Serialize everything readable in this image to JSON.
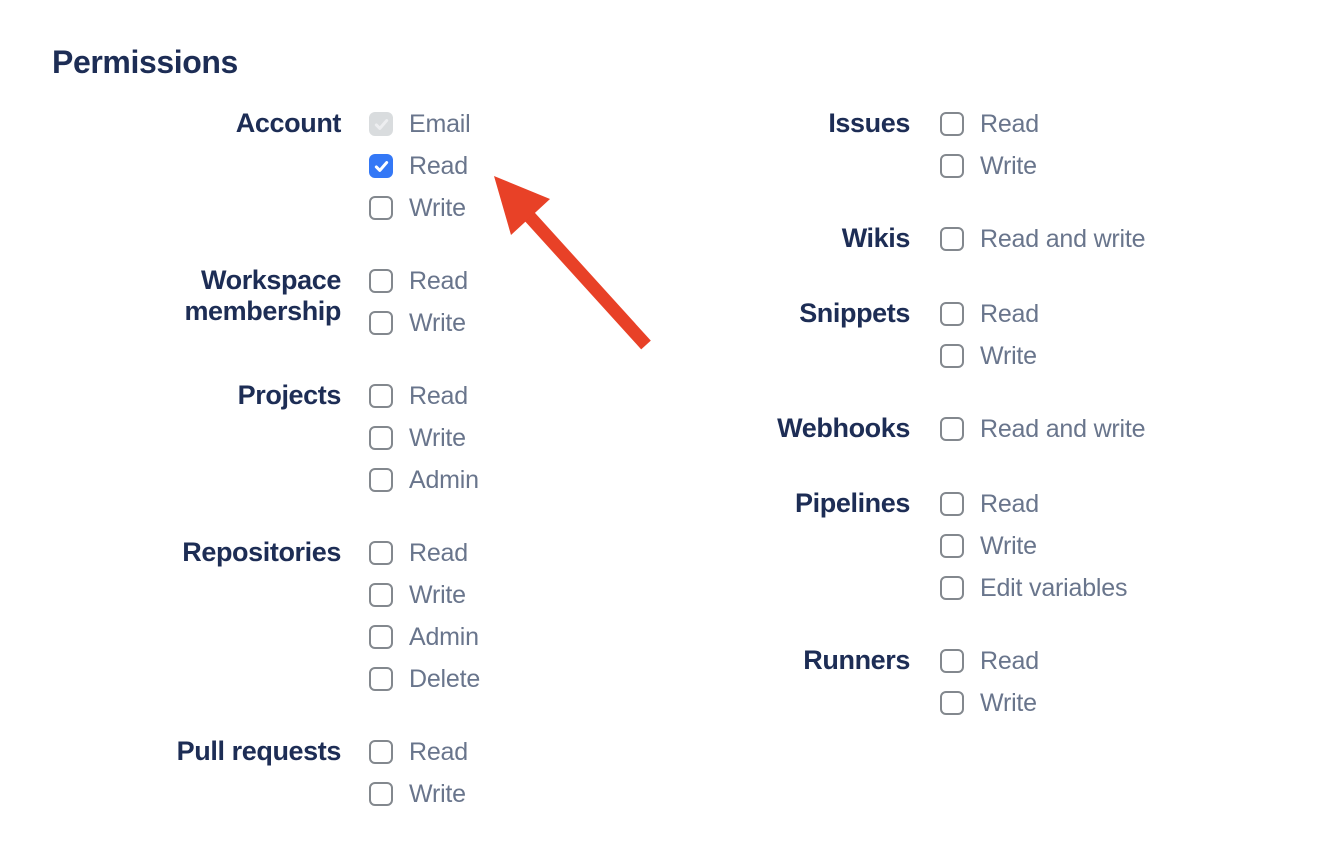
{
  "permissions": {
    "heading": "Permissions",
    "columns": [
      {
        "groups": [
          {
            "label": "Account",
            "options": [
              {
                "label": "Email",
                "state": "disabled-checked"
              },
              {
                "label": "Read",
                "state": "checked"
              },
              {
                "label": "Write",
                "state": "unchecked"
              }
            ]
          },
          {
            "label": "Workspace membership",
            "options": [
              {
                "label": "Read",
                "state": "unchecked"
              },
              {
                "label": "Write",
                "state": "unchecked"
              }
            ]
          },
          {
            "label": "Projects",
            "options": [
              {
                "label": "Read",
                "state": "unchecked"
              },
              {
                "label": "Write",
                "state": "unchecked"
              },
              {
                "label": "Admin",
                "state": "unchecked"
              }
            ]
          },
          {
            "label": "Repositories",
            "options": [
              {
                "label": "Read",
                "state": "unchecked"
              },
              {
                "label": "Write",
                "state": "unchecked"
              },
              {
                "label": "Admin",
                "state": "unchecked"
              },
              {
                "label": "Delete",
                "state": "unchecked"
              }
            ]
          },
          {
            "label": "Pull requests",
            "options": [
              {
                "label": "Read",
                "state": "unchecked"
              },
              {
                "label": "Write",
                "state": "unchecked"
              }
            ]
          }
        ]
      },
      {
        "groups": [
          {
            "label": "Issues",
            "options": [
              {
                "label": "Read",
                "state": "unchecked"
              },
              {
                "label": "Write",
                "state": "unchecked"
              }
            ]
          },
          {
            "label": "Wikis",
            "options": [
              {
                "label": "Read and write",
                "state": "unchecked"
              }
            ]
          },
          {
            "label": "Snippets",
            "options": [
              {
                "label": "Read",
                "state": "unchecked"
              },
              {
                "label": "Write",
                "state": "unchecked"
              }
            ]
          },
          {
            "label": "Webhooks",
            "options": [
              {
                "label": "Read and write",
                "state": "unchecked"
              }
            ]
          },
          {
            "label": "Pipelines",
            "options": [
              {
                "label": "Read",
                "state": "unchecked"
              },
              {
                "label": "Write",
                "state": "unchecked"
              },
              {
                "label": "Edit variables",
                "state": "unchecked"
              }
            ]
          },
          {
            "label": "Runners",
            "options": [
              {
                "label": "Read",
                "state": "unchecked"
              },
              {
                "label": "Write",
                "state": "unchecked"
              }
            ]
          }
        ]
      }
    ]
  },
  "annotation": {
    "arrow": {
      "color": "#e84127",
      "points_at": "checkbox-account-read"
    }
  },
  "colors": {
    "heading_navy": "#1d2d55",
    "option_label_grey": "#69758c",
    "checkbox_border_grey": "#83888e",
    "checked_blue": "#3478f6",
    "disabled_fill_grey": "#d9dcde",
    "arrow_red": "#e84127",
    "background": "#ffffff"
  }
}
